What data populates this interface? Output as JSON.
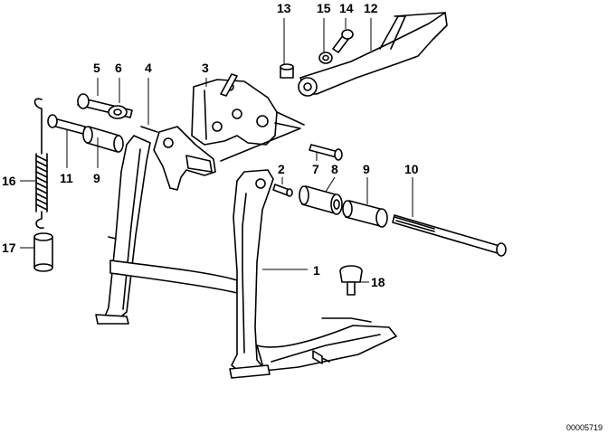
{
  "diagram": {
    "callouts": [
      "1",
      "2",
      "3",
      "4",
      "5",
      "6",
      "7",
      "8",
      "9",
      "9",
      "10",
      "11",
      "12",
      "13",
      "14",
      "15",
      "16",
      "17",
      "18"
    ],
    "reference_number": "00005719"
  }
}
